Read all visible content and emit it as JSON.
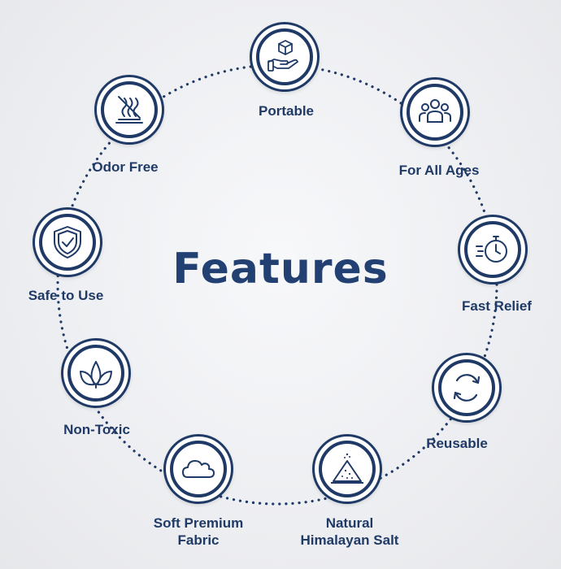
{
  "title": "Features",
  "features": [
    {
      "label": "Portable",
      "icon": "hand-box-icon"
    },
    {
      "label": "For All Ages",
      "icon": "people-group-icon"
    },
    {
      "label": "Fast Relief",
      "icon": "stopwatch-icon"
    },
    {
      "label": "Reusable",
      "icon": "recycle-arrows-icon"
    },
    {
      "label": "Natural\nHimalayan Salt",
      "icon": "salt-pile-icon"
    },
    {
      "label": "Soft Premium\nFabric",
      "icon": "cloud-icon"
    },
    {
      "label": "Non-Toxic",
      "icon": "leaves-icon"
    },
    {
      "label": "Safe to Use",
      "icon": "shield-check-icon"
    },
    {
      "label": "Odor Free",
      "icon": "no-odor-icon"
    }
  ],
  "colors": {
    "navy": "#1f3a66",
    "title": "#224172"
  }
}
